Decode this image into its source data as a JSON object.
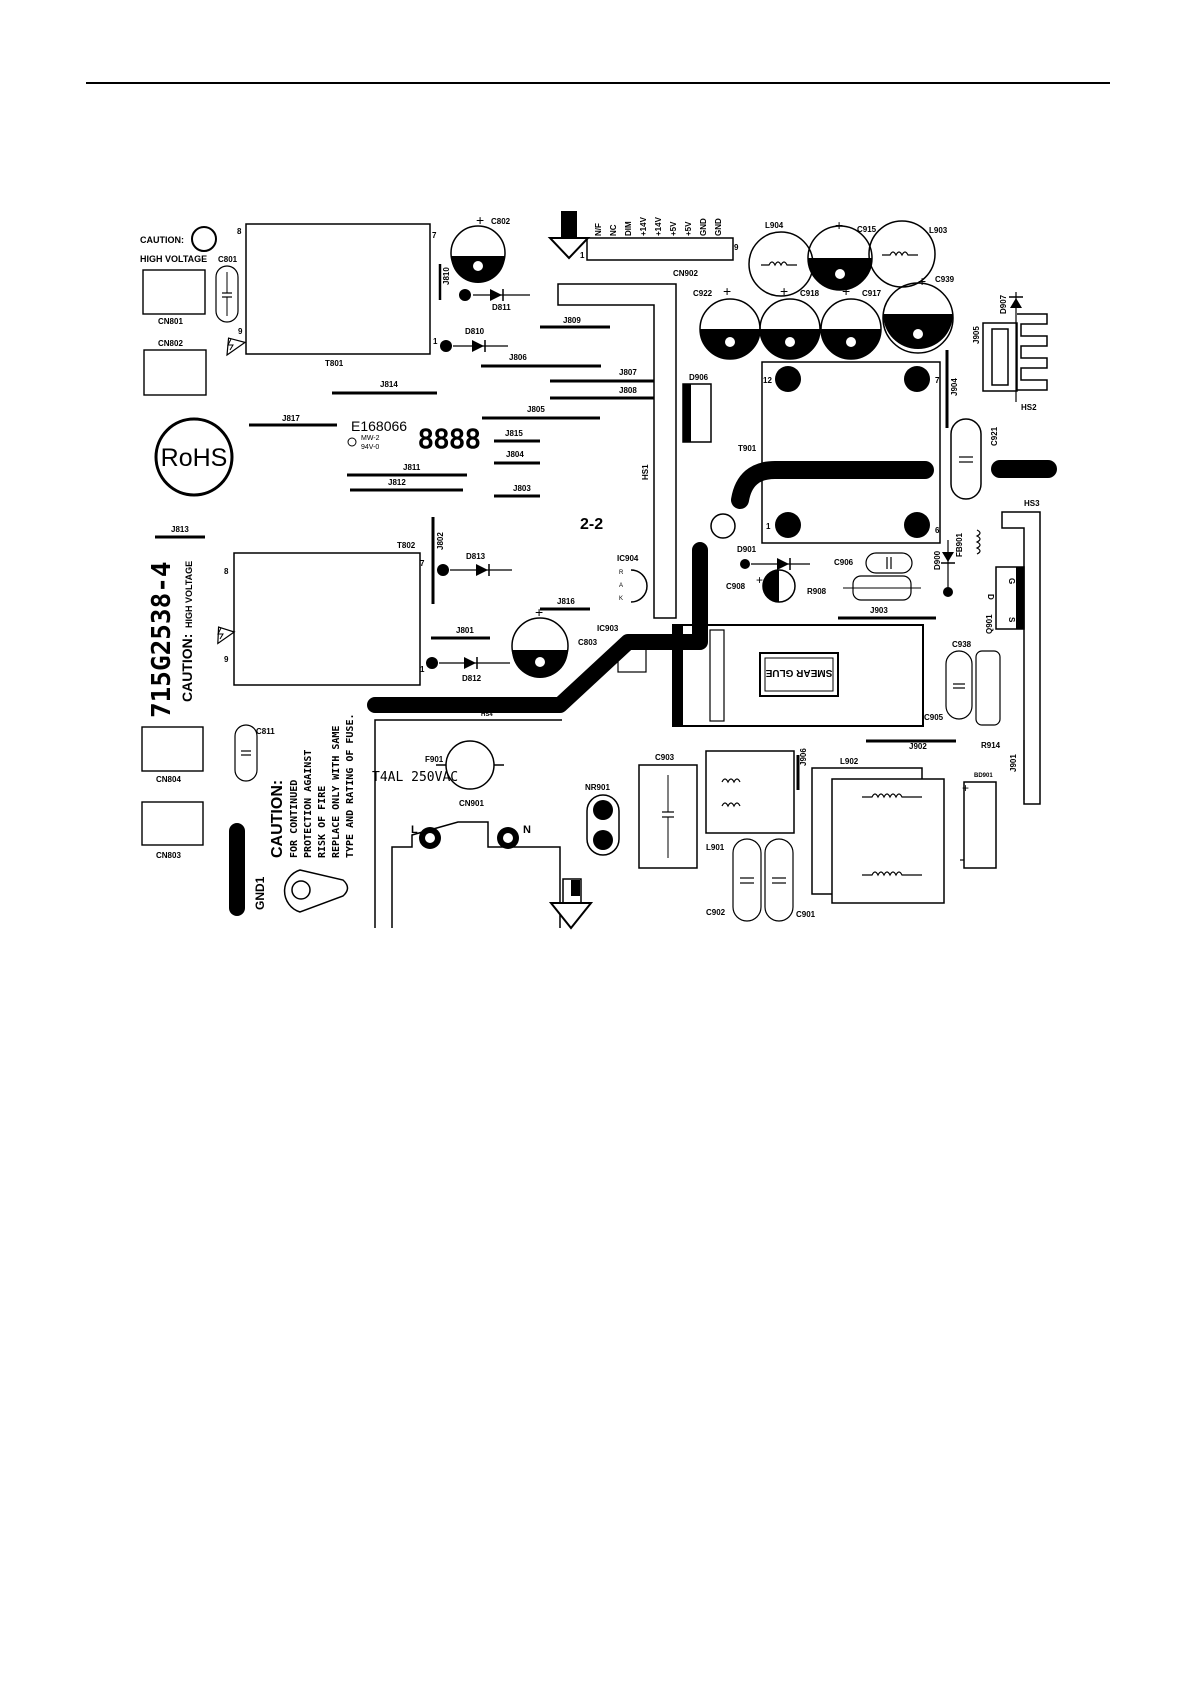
{
  "board": {
    "part_number": "715G2538-4",
    "section": "2-2",
    "rohs": "RoHS",
    "ul_code": "E168066",
    "ul_sub1": "MW-2",
    "ul_sub2": "94V-0",
    "digits": "8888",
    "smear_glue": "SMEAR GLUE"
  },
  "cautions": {
    "hv_caution": "CAUTION:",
    "hv_label": "HIGH VOLTAGE",
    "side_caution": "CAUTION:",
    "side_hv": "HIGH VOLTAGE",
    "fuse_title": "CAUTION:",
    "fuse_lines": [
      "FOR CONTINUED",
      "PROTECTION AGAINST",
      "RISK OF FIRE",
      "REPLACE ONLY WITH SAME",
      "TYPE AND RATING OF FUSE."
    ],
    "fuse_rating": "T4AL 250VAC"
  },
  "connector_cn902": {
    "pins": [
      "N/F",
      "NC",
      "DIM",
      "+14V",
      "+14V",
      "+5V",
      "+5V",
      "GND",
      "GND"
    ],
    "pin_first": "1",
    "pin_last": "9"
  },
  "components": {
    "C802": "C802",
    "C801": "C801",
    "CN801": "CN801",
    "CN802": "CN802",
    "T801": "T801",
    "J810": "J810",
    "D811": "D811",
    "D810": "D810",
    "J809": "J809",
    "J806": "J806",
    "J807": "J807",
    "J808": "J808",
    "J814": "J814",
    "J817": "J817",
    "J805": "J805",
    "J815": "J815",
    "J804": "J804",
    "J811": "J811",
    "J812": "J812",
    "J803": "J803",
    "J813": "J813",
    "T802": "T802",
    "J802": "J802",
    "D813": "D813",
    "J816": "J816",
    "J801": "J801",
    "C803": "C803",
    "D812": "D812",
    "IC904": "IC904",
    "IC903": "IC903",
    "HS1": "HS1",
    "D906": "D906",
    "CN902": "CN902",
    "L904": "L904",
    "C915": "C915",
    "L903": "L903",
    "C922": "C922",
    "C918": "C918",
    "C917": "C917",
    "C939": "C939",
    "D907": "D907",
    "J905": "J905",
    "HS2": "HS2",
    "J904": "J904",
    "T901": "T901",
    "C921": "C921",
    "HS3": "HS3",
    "D901": "D901",
    "C906": "C906",
    "D900": "D900",
    "FB901": "FB901",
    "C908": "C908",
    "R908": "R908",
    "J903": "J903",
    "Q901": "Q901",
    "C938": "C938",
    "C905": "C905",
    "J902": "J902",
    "R914": "R914",
    "J901": "J901",
    "C811": "C811",
    "CN804": "CN804",
    "CN803": "CN803",
    "HS4": "HS4",
    "F901": "F901",
    "CN901": "CN901",
    "NR901": "NR901",
    "C903": "C903",
    "J906": "J906",
    "L902": "L902",
    "BD901": "BD901",
    "L901": "L901",
    "C902": "C902",
    "C901": "C901",
    "GND1": "GND1"
  },
  "pins": {
    "t801_7": "7",
    "t801_8": "8",
    "t801_9": "9",
    "t801_1": "1",
    "t802_7": "7",
    "t802_8": "8",
    "t802_9": "9",
    "t802_1": "1",
    "t901_12": "12",
    "t901_7": "7",
    "t901_1": "1",
    "t901_6": "6",
    "q901_g": "G",
    "q901_d": "D",
    "q901_s": "S",
    "cn901_l": "L",
    "cn901_n": "N"
  }
}
